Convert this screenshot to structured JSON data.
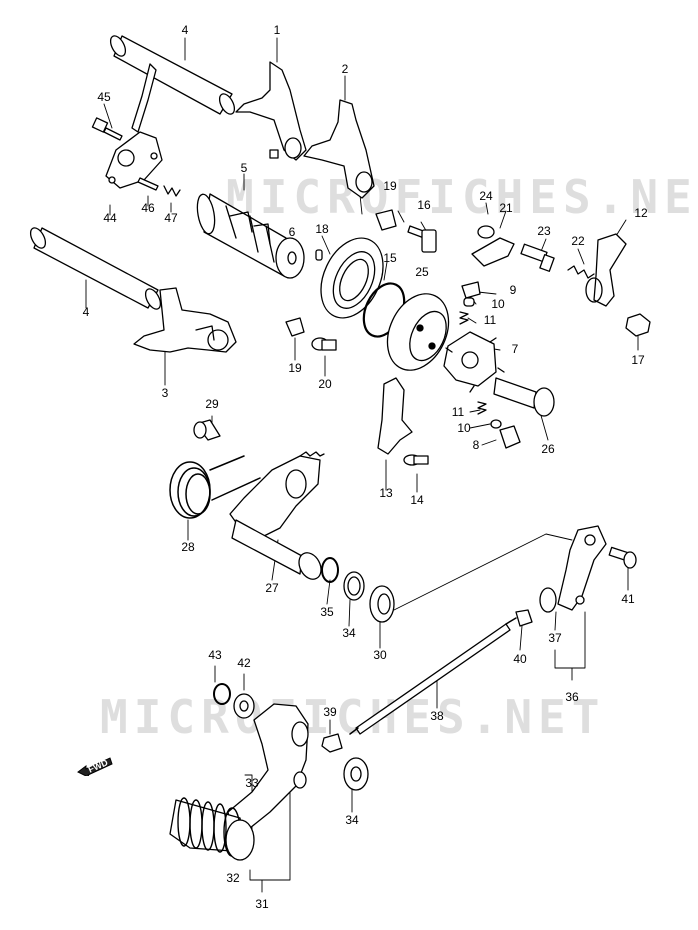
{
  "watermark": "MICROFICHES.NET",
  "fwd_label": "FWD",
  "callouts": [
    "1",
    "2",
    "3",
    "4",
    "4",
    "5",
    "6",
    "7",
    "8",
    "9",
    "10",
    "10",
    "11",
    "11",
    "12",
    "13",
    "14",
    "15",
    "16",
    "17",
    "18",
    "19",
    "19",
    "20",
    "21",
    "22",
    "23",
    "24",
    "25",
    "26",
    "27",
    "28",
    "29",
    "30",
    "31",
    "32",
    "33",
    "34",
    "34",
    "35",
    "36",
    "37",
    "38",
    "39",
    "40",
    "41",
    "42",
    "43",
    "44",
    "45",
    "46",
    "47"
  ],
  "colors": {
    "ink": "#000000",
    "part_fill": "#ffffff",
    "shade": "#1a1a1a",
    "watermark": "#a0a0a0"
  }
}
